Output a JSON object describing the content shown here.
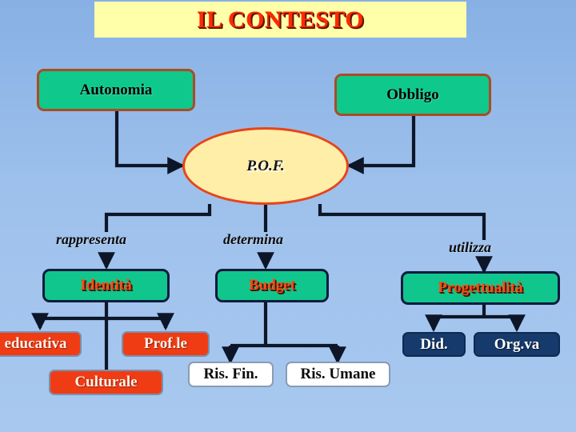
{
  "slide": {
    "title": "IL CONTESTO",
    "background_color": "#9ec1ec",
    "title_banner_color": "#ffffaa",
    "title_text_color": "#ff2a00"
  },
  "diagram": {
    "top_nodes": [
      {
        "id": "autonomia",
        "label": "Autonomia",
        "fill": "#0fc98c",
        "border": "#ab4b24",
        "text_color": "#000000"
      },
      {
        "id": "obbligo",
        "label": "Obbligo",
        "fill": "#0fc98c",
        "border": "#ab4b24",
        "text_color": "#000000"
      }
    ],
    "center_node": {
      "id": "pof",
      "label": "P.O.F.",
      "fill": "#ffeea8",
      "border": "#e8441a",
      "text_color": "#111111"
    },
    "relations": [
      {
        "id": "rappresenta",
        "label": "rappresenta"
      },
      {
        "id": "determina",
        "label": "determina"
      },
      {
        "id": "utilizza",
        "label": "utilizza"
      }
    ],
    "branch_nodes": [
      {
        "id": "identita",
        "label": "Identità",
        "fill": "#10c68c",
        "border": "#0d1b3d",
        "text_color": "#ff4c10"
      },
      {
        "id": "budget",
        "label": "Budget",
        "fill": "#10c68c",
        "border": "#0d1b3d",
        "text_color": "#ff4c10"
      },
      {
        "id": "progettualita",
        "label": "Progettualità",
        "fill": "#10c68c",
        "border": "#0d1b3d",
        "text_color": "#ff4c10"
      }
    ],
    "leaf_nodes": [
      {
        "id": "educativa",
        "label": "educativa",
        "parent": "identita",
        "fill": "#f03c14",
        "text_color": "#fff4ec"
      },
      {
        "id": "profle",
        "label": "Prof.le",
        "parent": "identita",
        "fill": "#f03c14",
        "text_color": "#fff4ec"
      },
      {
        "id": "culturale",
        "label": "Culturale",
        "parent": "identita",
        "fill": "#f03c14",
        "text_color": "#fff4ec"
      },
      {
        "id": "ris-fin",
        "label": "Ris. Fin.",
        "parent": "budget",
        "fill": "#ffffff",
        "text_color": "#0a0a0a"
      },
      {
        "id": "ris-umane",
        "label": "Ris. Umane",
        "parent": "budget",
        "fill": "#ffffff",
        "text_color": "#0a0a0a"
      },
      {
        "id": "did",
        "label": "Did.",
        "parent": "progettualita",
        "fill": "#163a6b",
        "text_color": "#ffffff"
      },
      {
        "id": "orgva",
        "label": "Org.va",
        "parent": "progettualita",
        "fill": "#163a6b",
        "text_color": "#ffffff"
      }
    ]
  }
}
